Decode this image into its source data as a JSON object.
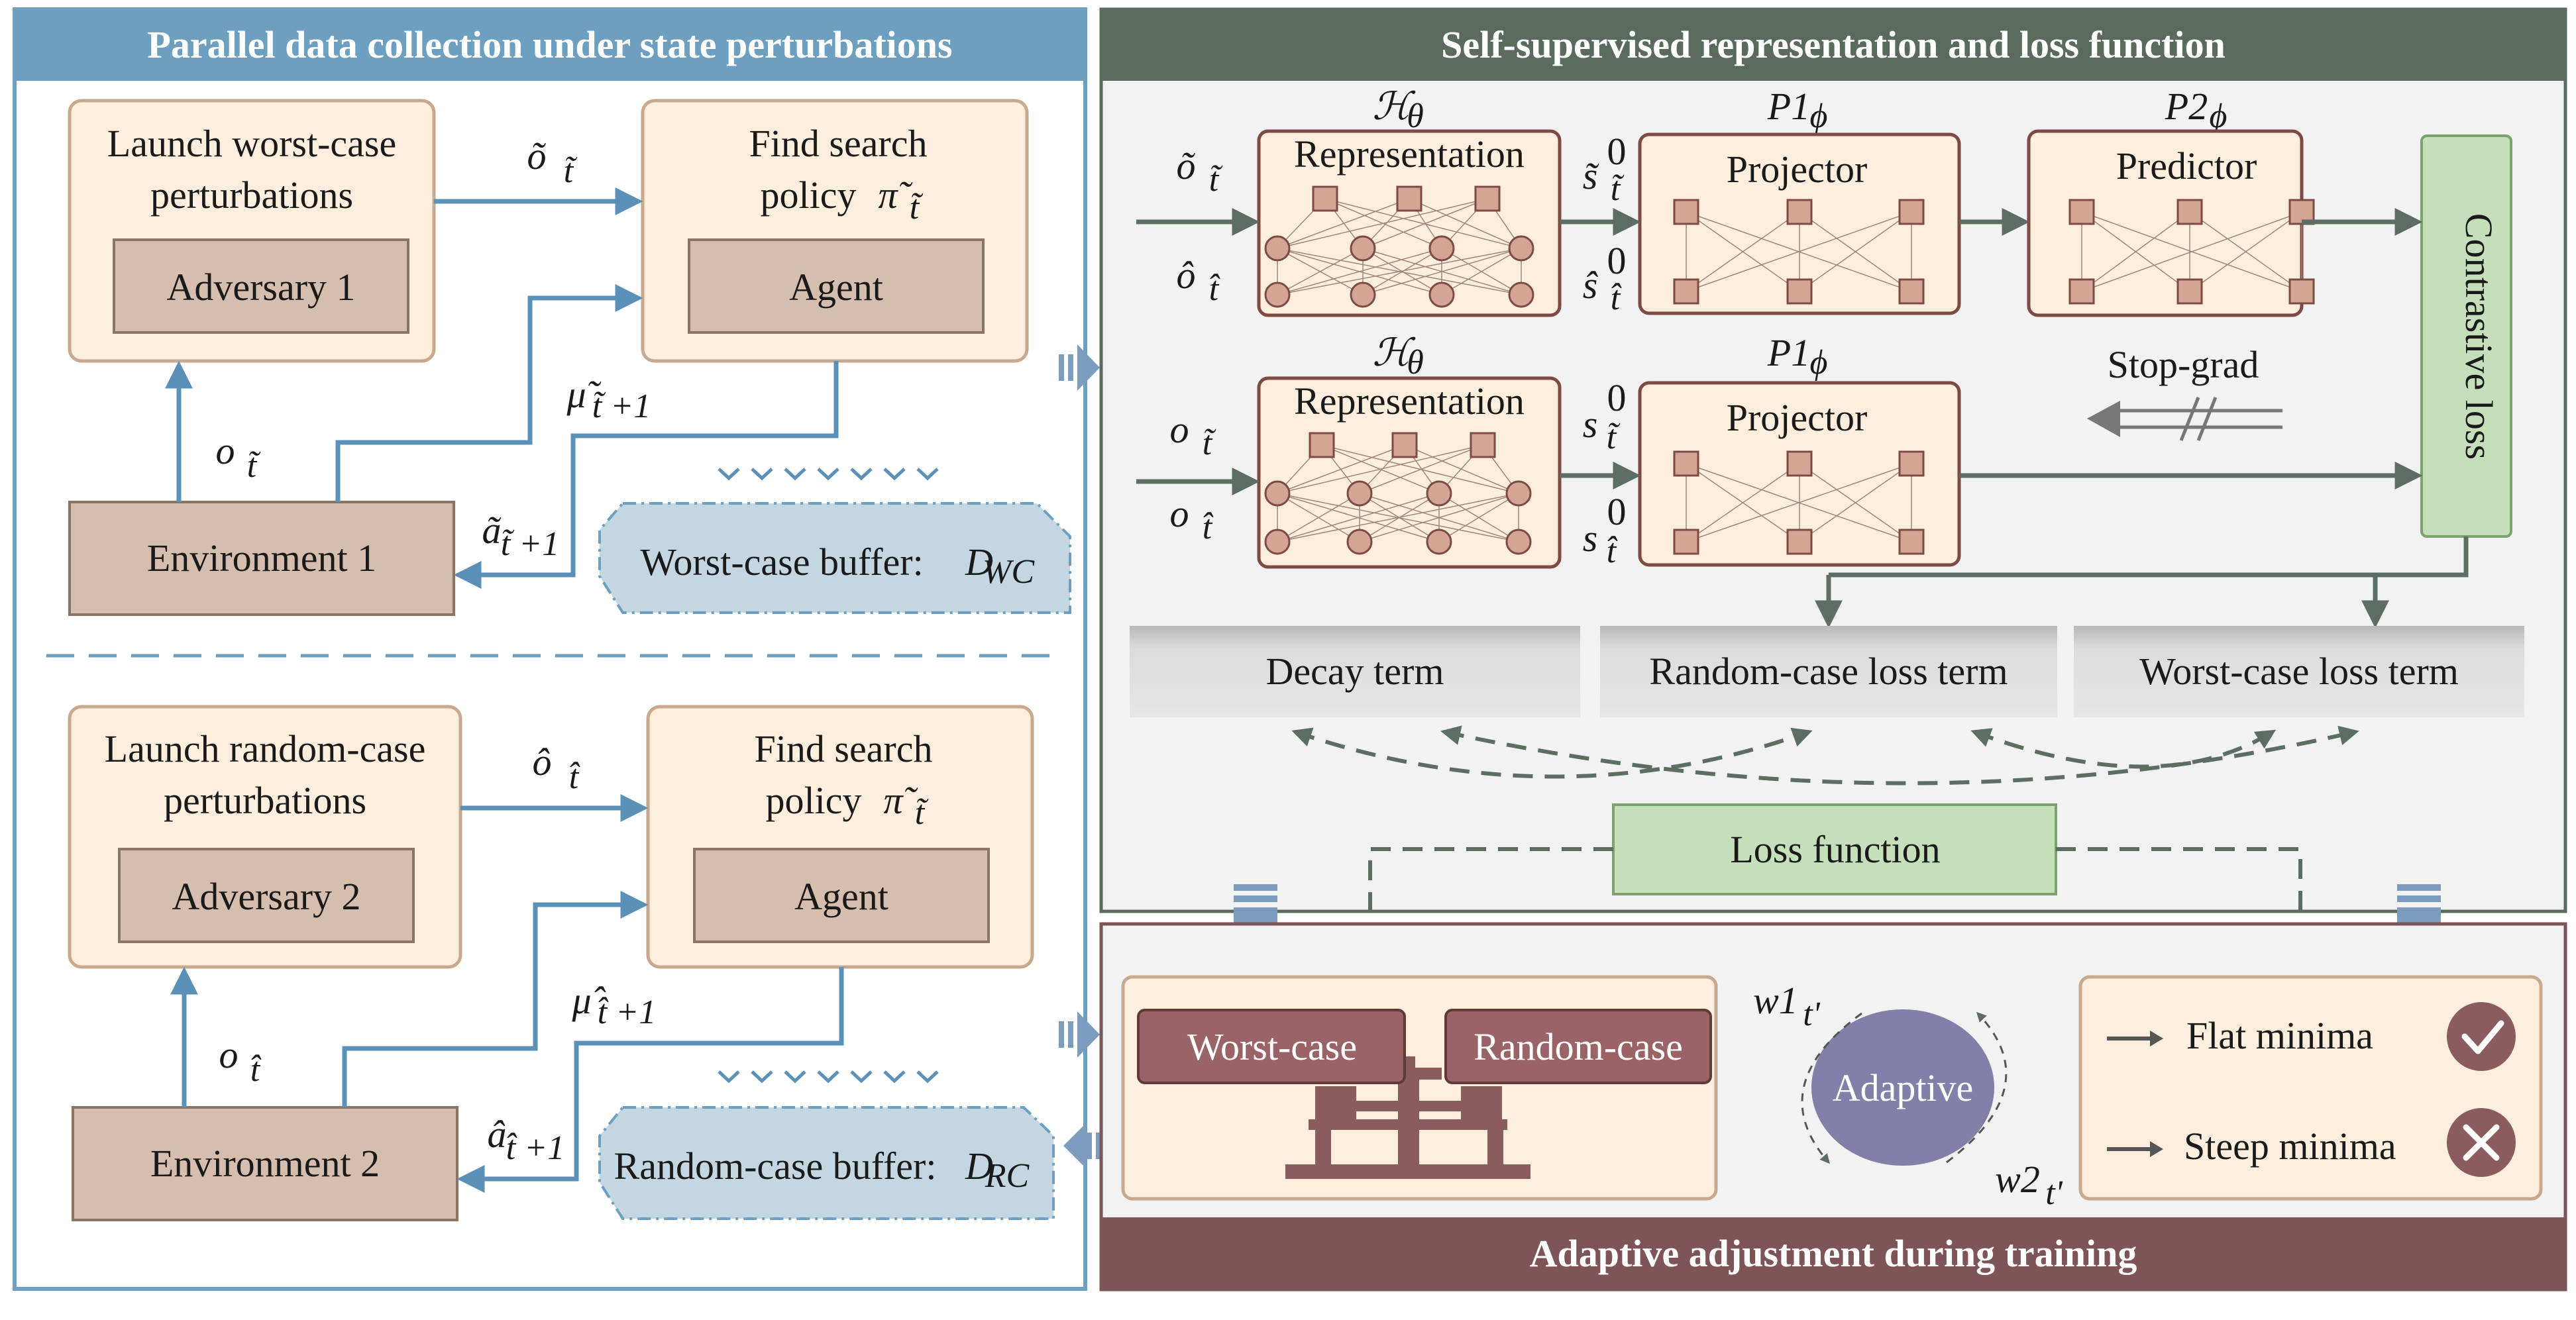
{
  "left_panel": {
    "title": "Parallel data collection under  state perturbations",
    "worst": {
      "launch_line1": "Launch worst-case",
      "launch_line2": "perturbations",
      "adversary": "Adversary 1",
      "find_line1": "Find search",
      "find_line2": "policy",
      "policy_symbol": "π̃",
      "policy_sub": "t̃",
      "agent": "Agent",
      "environment": "Environment 1",
      "obs_top": "õ",
      "obs_top_sub": "t̃",
      "obs_up": "o",
      "obs_up_sub": "t̃",
      "mu": "μ̃",
      "mu_sub": "t̃ +1",
      "action": "ã",
      "action_sub": "t̃ +1",
      "buffer": "Worst-case buffer:",
      "buffer_symbol": "D",
      "buffer_sub": "WC"
    },
    "random": {
      "launch_line1": "Launch random-case",
      "launch_line2": "perturbations",
      "adversary": "Adversary 2",
      "find_line1": "Find search",
      "find_line2": "policy",
      "policy_symbol": "π̃",
      "policy_sub": "t̃",
      "agent": "Agent",
      "environment": "Environment 2",
      "obs_top": "ô",
      "obs_top_sub": "t̂",
      "obs_up": "o",
      "obs_up_sub": "t̂",
      "mu": "μ̂",
      "mu_sub": "t̂ +1",
      "action": "â",
      "action_sub": "t̂ +1",
      "buffer": "Random-case buffer:",
      "buffer_symbol": "D",
      "buffer_sub": "RC"
    }
  },
  "right_top": {
    "title": "Self-supervised representation and loss function",
    "h_theta": "ℋ",
    "h_theta_sub": "θ",
    "p1": "P1",
    "p1_sub": "ϕ",
    "p2": "P2",
    "p2_sub": "ϕ",
    "representation": "Representation",
    "projector": "Projector",
    "predictor": "Predictor",
    "contrastive": "Contrastive loss",
    "stop_grad": "Stop-grad",
    "in_top_1": "õ",
    "in_top_1_sub": "t̃",
    "in_top_2": "ô",
    "in_top_2_sub": "t̂",
    "in_bot_1": "o",
    "in_bot_1_sub": "t̃",
    "in_bot_2": "o",
    "in_bot_2_sub": "t̂",
    "s_top_1": "s̃",
    "s_top_1_sub": "t̃",
    "s_top_2": "ŝ",
    "s_top_2_sub": "t̂",
    "s_bot_1": "s",
    "s_bot_1_sub": "t̃",
    "s_bot_2": "s",
    "s_bot_2_sub": "t̂",
    "s_sup": "0",
    "decay": "Decay term",
    "random_term": "Random-case loss term",
    "worst_term": "Worst-case loss term",
    "loss_function": "Loss function"
  },
  "right_bottom": {
    "title": "Adaptive adjustment during training",
    "worst_case": "Worst-case",
    "random_case": "Random-case",
    "adaptive": "Adaptive",
    "w1": "w1",
    "w1_sub": "t'",
    "w2": "w2",
    "w2_sub": "t'",
    "flat": "Flat minima",
    "steep": "Steep minima"
  },
  "colors": {
    "left_header": "#6c9fc0",
    "right_header": "#5a6b5e",
    "bottom_header": "#7d5457",
    "cream": "#fdeedd",
    "brown_box": "#d6beae",
    "arrow_blue": "#5b91b8",
    "green_box": "#c5dfbb",
    "dark_red_box": "#9a6466",
    "adaptive": "#8080a8"
  }
}
